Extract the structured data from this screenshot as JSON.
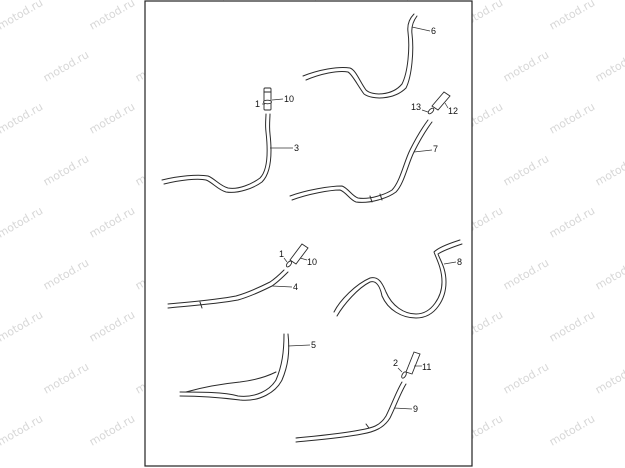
{
  "watermark": "motod.ru",
  "callouts": {
    "c1a": "1",
    "c10a": "10",
    "c3": "3",
    "c6": "6",
    "c13": "13",
    "c12": "12",
    "c7": "7",
    "c1b": "1",
    "c10b": "10",
    "c4": "4",
    "c8": "8",
    "c5": "5",
    "c2": "2",
    "c11": "11",
    "c9": "9"
  }
}
